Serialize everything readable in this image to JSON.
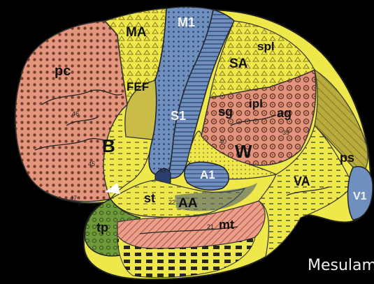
{
  "regions": {
    "MA": "MA",
    "M1": "M1",
    "pc": "pc",
    "FEF": "FEF",
    "S1": "S1",
    "SA": "SA",
    "spl": "spl",
    "ipl": "ipl",
    "sg": "sg",
    "ag": "ag",
    "B": "B",
    "W": "W",
    "A1": "A1",
    "ps": "ps",
    "VA": "VA",
    "V1": "V1",
    "st": "st",
    "AA": "AA",
    "tp": "tp",
    "mt": "mt"
  },
  "area_numbers": {
    "a46": "46",
    "a45": "45",
    "a47": "47",
    "a43": "43",
    "a40": "40",
    "a39": "39",
    "a22": "22",
    "a21": "21"
  },
  "caption": "Mesulam",
  "colors": {
    "background": "#000000",
    "prefrontal": "#e3957d",
    "association": "#eee84a",
    "motor_sensory": "#6f8fbf",
    "temporal_pole": "#6e9a3a",
    "middle_temporal": "#e9a08a",
    "olive_band": "#b8ab3c"
  }
}
